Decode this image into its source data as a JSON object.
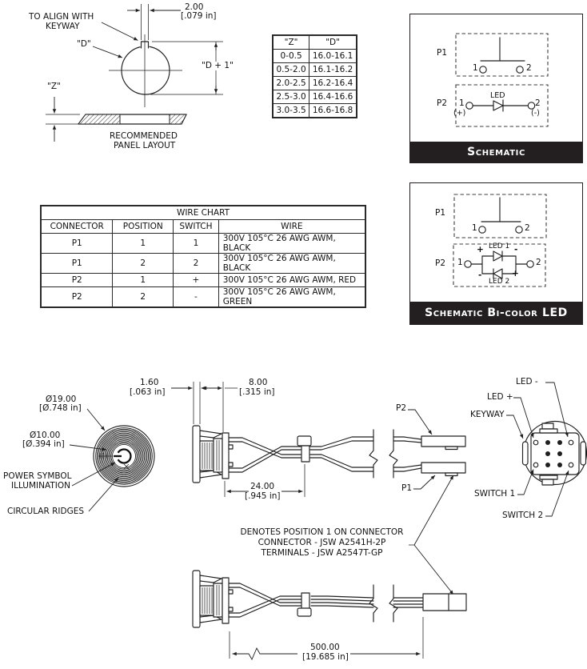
{
  "panel_layout": {
    "align_label_1": "TO ALIGN WITH",
    "align_label_2": "KEYWAY",
    "dim_keyway": "2.00",
    "dim_keyway_in": "[.079 in]",
    "d_label": "\"D\"",
    "d_plus_label": "\"D + 1\"",
    "z_label": "\"Z\"",
    "caption_1": "RECOMMENDED",
    "caption_2": "PANEL LAYOUT"
  },
  "zd_table": {
    "col_z": "\"Z\"",
    "col_d": "\"D\"",
    "rows": [
      [
        "0-0.5",
        "16.0-16.1"
      ],
      [
        "0.5-2.0",
        "16.1-16.2"
      ],
      [
        "2.0-2.5",
        "16.2-16.4"
      ],
      [
        "2.5-3.0",
        "16.4-16.6"
      ],
      [
        "3.0-3.5",
        "16.6-16.8"
      ]
    ]
  },
  "wire_chart": {
    "title": "WIRE CHART",
    "headers": [
      "CONNECTOR",
      "POSITION",
      "SWITCH",
      "WIRE"
    ],
    "rows": [
      [
        "P1",
        "1",
        "1",
        "300V 105°C 26 AWG AWM, BLACK"
      ],
      [
        "P1",
        "2",
        "2",
        "300V 105°C 26 AWG AWM, BLACK"
      ],
      [
        "P2",
        "1",
        "+",
        "300V 105°C 26 AWG AWM, RED"
      ],
      [
        "P2",
        "2",
        "-",
        "300V 105°C 26 AWG AWM, GREEN"
      ]
    ]
  },
  "schematic": {
    "banner": "Schematic",
    "p1": "P1",
    "p2": "P2",
    "pin1": "1",
    "pin2": "2",
    "led": "LED",
    "plus": "(+)",
    "minus": "(-)"
  },
  "schematic_bicolor": {
    "banner": "Schematic Bi-color LED",
    "p1": "P1",
    "p2": "P2",
    "pin1": "1",
    "pin2": "2",
    "led1": "LED 1",
    "led2": "LED 2",
    "plus": "+",
    "minus": "-"
  },
  "front_view": {
    "dia_outer": "Ø19.00",
    "dia_outer_in": "[Ø.748 in]",
    "dia_inner": "Ø10.00",
    "dia_inner_in": "[Ø.394 in]",
    "power_label_1": "POWER SYMBOL",
    "power_label_2": "ILLUMINATION",
    "ridges_label": "CIRCULAR RIDGES"
  },
  "cable_view": {
    "dim_flange": "1.60",
    "dim_flange_in": "[.063 in]",
    "dim_body": "8.00",
    "dim_body_in": "[.315 in]",
    "dim_strip": "24.00",
    "dim_strip_in": "[.945 in]",
    "dim_length": "500.00",
    "dim_length_in": "[19.685 in]",
    "p1": "P1",
    "p2": "P2"
  },
  "rear_view": {
    "led_minus": "LED -",
    "led_plus": "LED +",
    "keyway": "KEYWAY",
    "switch1": "SWITCH 1",
    "switch2": "SWITCH 2"
  },
  "notes": {
    "line1": "DENOTES POSITION 1 ON CONNECTOR",
    "line2": "CONNECTOR - JSW A2541H-2P",
    "line3": "TERMINALS - JSW A2547T-GP"
  },
  "colors": {
    "line": "#1f1f1f",
    "banner_bg": "#231f20",
    "banner_text": "#ffffff"
  }
}
